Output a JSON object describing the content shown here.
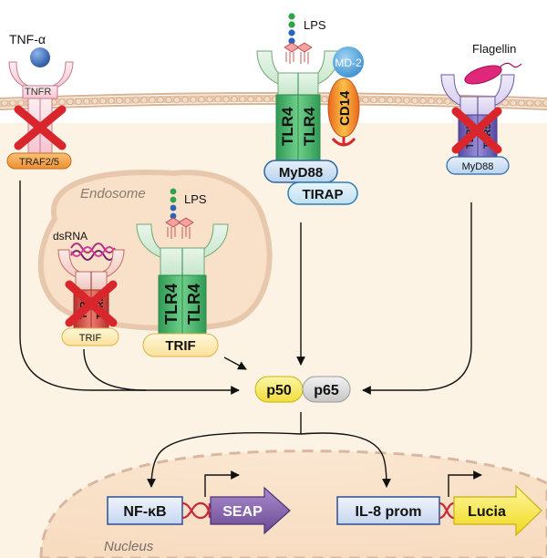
{
  "ligands": {
    "tnf": "TNF-α",
    "lps_surface": "LPS",
    "lps_endosome": "LPS",
    "flagellin": "Flagellin",
    "dsrna": "dsRNA"
  },
  "receptors": {
    "tnfr": "TNFR",
    "tlr4_a": "TLR4",
    "tlr4_b": "TLR4",
    "cd14": "CD14",
    "md2": "MD-2",
    "tlr5_a": "TLR5",
    "tlr5_b": "TLR5",
    "tlr3_a": "TLR3",
    "tlr3_b": "TLR3",
    "tlr4_endo_a": "TLR4",
    "tlr4_endo_b": "TLR4"
  },
  "adaptors": {
    "traf": "TRAF2/5",
    "myd88_tlr4": "MyD88",
    "tirap": "TIRAP",
    "myd88_tlr5": "MyD88",
    "trif_tlr3": "TRIF",
    "trif_tlr4": "TRIF"
  },
  "compartments": {
    "endosome": "Endosome",
    "nucleus": "Nucleus"
  },
  "nfkb": {
    "p50": "p50",
    "p65": "p65"
  },
  "reporters": {
    "nfkb_promoter": "NF-κB",
    "seap": "SEAP",
    "il8_promoter": "IL-8 prom",
    "lucia": "Lucia"
  },
  "colors": {
    "membrane": "#e8c8ac",
    "cytoplasm": "#fdf3e4",
    "endosome": "#f9e4cc",
    "tlr4_green": "#4bb36a",
    "tnfr_pink": "#f6b8c6",
    "tlr5_purple": "#7b6bb5",
    "tlr3_red": "#d9534f",
    "myd88_blue": "#4a86c8",
    "trif_yellow": "#fde38a",
    "p50_yellow": "#f6ea62",
    "p65_gray": "#d8d8d8",
    "seap_purple": "#7a5a9e",
    "lucia_yellow": "#f7e734",
    "cross_red": "#d9262c",
    "dna_red": "#c8283a"
  }
}
